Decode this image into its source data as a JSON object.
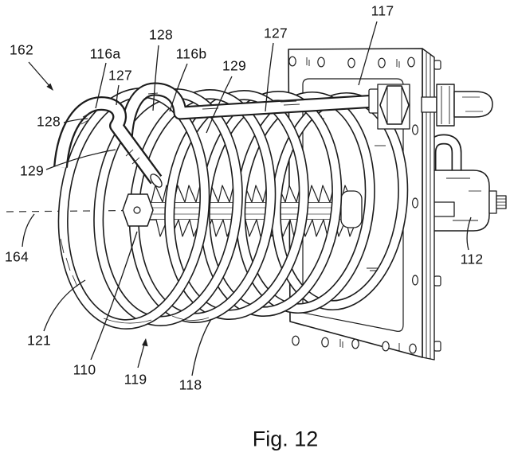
{
  "figure": {
    "caption": "Fig. 12",
    "type": "patent-line-drawing",
    "colors": {
      "line": "#1c1c1c",
      "background": "#ffffff"
    }
  },
  "labels": [
    {
      "id": "162",
      "text": "162"
    },
    {
      "id": "116a",
      "text": "116a"
    },
    {
      "id": "127L",
      "text": "127"
    },
    {
      "id": "128T",
      "text": "128"
    },
    {
      "id": "116b",
      "text": "116b"
    },
    {
      "id": "129T",
      "text": "129"
    },
    {
      "id": "127R",
      "text": "127"
    },
    {
      "id": "117",
      "text": "117"
    },
    {
      "id": "128L",
      "text": "128"
    },
    {
      "id": "129L",
      "text": "129"
    },
    {
      "id": "164",
      "text": "164"
    },
    {
      "id": "121",
      "text": "121"
    },
    {
      "id": "110",
      "text": "110"
    },
    {
      "id": "119",
      "text": "119"
    },
    {
      "id": "118",
      "text": "118"
    },
    {
      "id": "112",
      "text": "112"
    }
  ]
}
